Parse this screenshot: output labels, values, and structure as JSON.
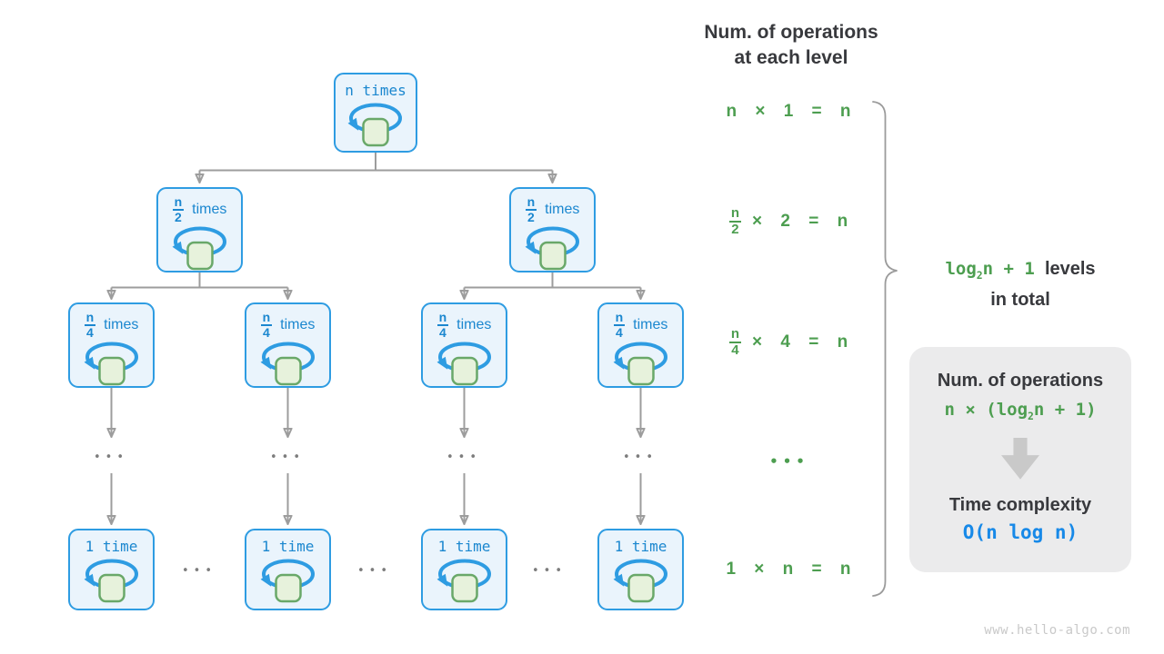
{
  "header": {
    "line1": "Num. of operations",
    "line2": "at each level"
  },
  "tree": {
    "root_label": "n times",
    "l2_num": "n",
    "l2_den": "2",
    "l2_suffix": "times",
    "l3_num": "n",
    "l3_den": "4",
    "l3_suffix": "times",
    "leaf_label": "1 time",
    "ellipsis": "•••"
  },
  "annotations": {
    "row1": "n × 1 = n",
    "row2": {
      "num": "n",
      "den": "2",
      "rest": "× 2 = n"
    },
    "row3": {
      "num": "n",
      "den": "4",
      "rest": "× 4 = n"
    },
    "dots": "•••",
    "row5": "1 × n = n"
  },
  "brace": {
    "green_log": "log",
    "green_sub": "2",
    "green_rest": "n + 1",
    "dark_rest": "levels",
    "line2": "in total"
  },
  "panel": {
    "title": "Num. of operations",
    "formula_pre": "n × (",
    "formula_log": "log",
    "formula_sub": "2",
    "formula_rest": "n + 1)",
    "subtitle": "Time complexity",
    "complexity": "O(n log n)"
  },
  "watermark": "www.hello-algo.com",
  "colors": {
    "box_border_blue": "#2e9ce2",
    "box_fill": "#eaf4fc",
    "label_blue": "#1b87cf",
    "green": "#4d9e50",
    "square_fill": "#e7f2dc",
    "square_border": "#69a869",
    "connector_gray": "#9d9d9d",
    "dark_text": "#38393d",
    "panel_bg": "#ebebec",
    "complexity_blue": "#1789e8",
    "watermark_gray": "#c9c9c9"
  }
}
